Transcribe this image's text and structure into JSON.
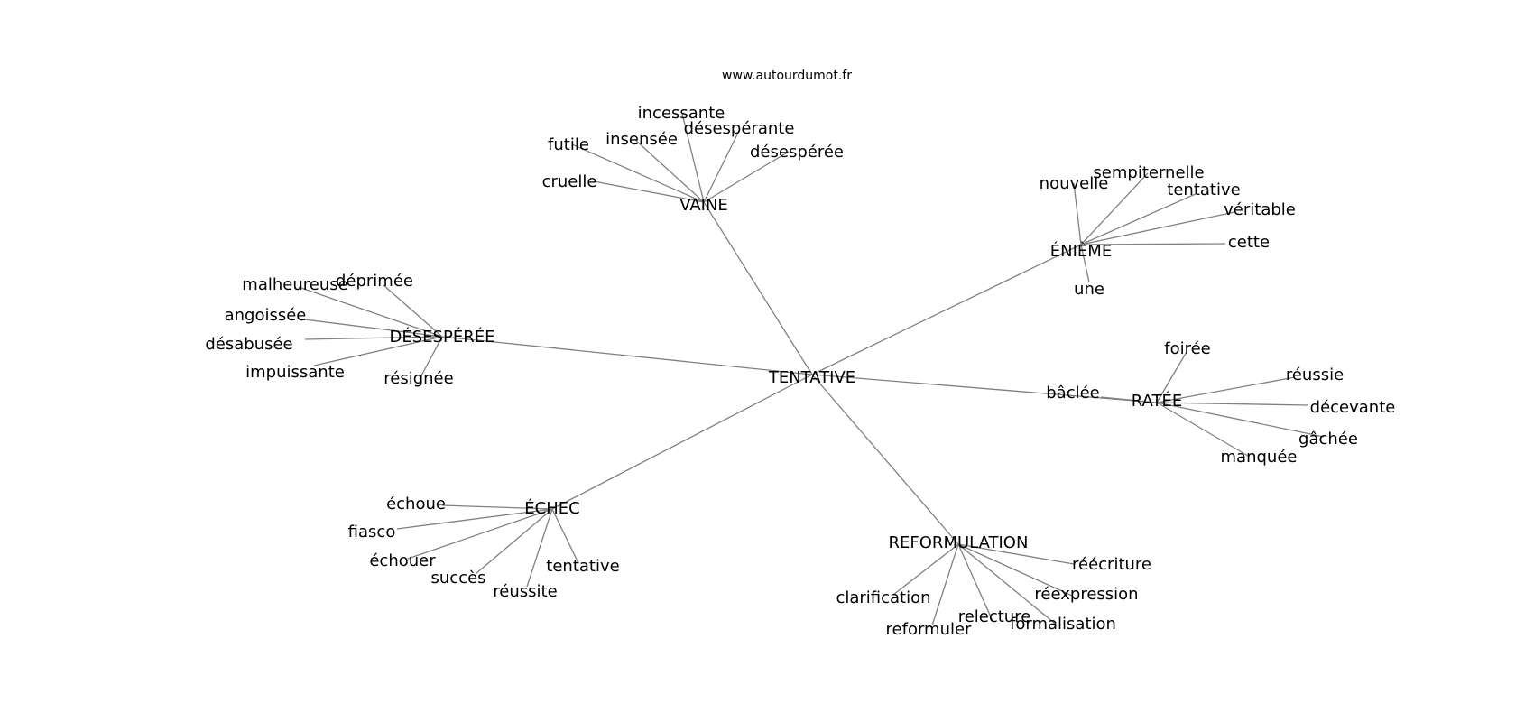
{
  "site": "www.autourdumot.fr",
  "center": "TENTATIVE",
  "clusters": [
    {
      "label": "VAINE",
      "leaves": [
        "incessante",
        "insensée",
        "désespérante",
        "futile",
        "désespérée",
        "cruelle"
      ]
    },
    {
      "label": "ÉNIÈME",
      "leaves": [
        "sempiternelle",
        "nouvelle",
        "tentative",
        "véritable",
        "cette",
        "une"
      ]
    },
    {
      "label": "DÉSESPÉRÉE",
      "leaves": [
        "déprimée",
        "malheureuse",
        "angoissée",
        "désabusée",
        "impuissante",
        "résignée"
      ]
    },
    {
      "label": "RATÉE",
      "leaves": [
        "foirée",
        "réussie",
        "bâclée",
        "décevante",
        "gâchée",
        "manquée"
      ]
    },
    {
      "label": "ÉCHEC",
      "leaves": [
        "échoue",
        "fiasco",
        "échouer",
        "succès",
        "réussite",
        "tentative"
      ]
    },
    {
      "label": "REFORMULATION",
      "leaves": [
        "réécriture",
        "réexpression",
        "clarification",
        "relecture",
        "formalisation",
        "reformuler"
      ]
    }
  ]
}
